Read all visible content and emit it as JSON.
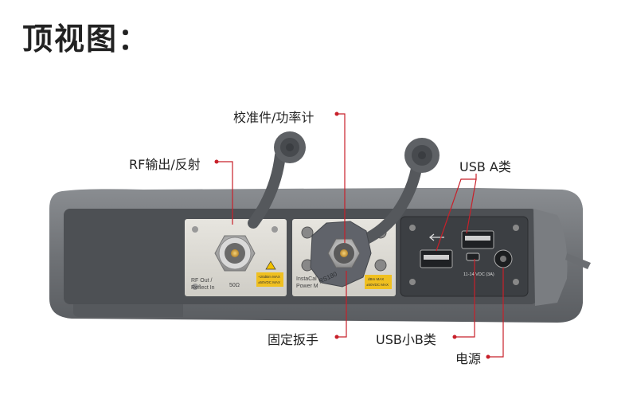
{
  "title": "顶视图：",
  "callouts": {
    "calibration": "校准件/功率计",
    "rf_out": "RF输出/反射",
    "usb_a": "USB  A类",
    "wrench": "固定扳手",
    "usb_mini_b": "USB小B类",
    "power": "电源"
  },
  "panel_text": {
    "rf_port_line1": "RF Out /",
    "rf_port_line2": "Reflect In",
    "rf_impedance": "50Ω",
    "rf_warning_line1": "+20dBm MAX",
    "rf_warning_line2": "±50VDC MAX",
    "insta_line1": "InstaCal",
    "insta_line2": "Power M",
    "insta_warning_line1": "dBm MAX",
    "insta_warning_line2": "±50VDC MAX",
    "wrench_text": "RS180",
    "power_rating": "11-14 VDC (3A)"
  },
  "colors": {
    "callout": "#c8202a",
    "housing": "#6f7276",
    "recess": "#4d5054"
  }
}
